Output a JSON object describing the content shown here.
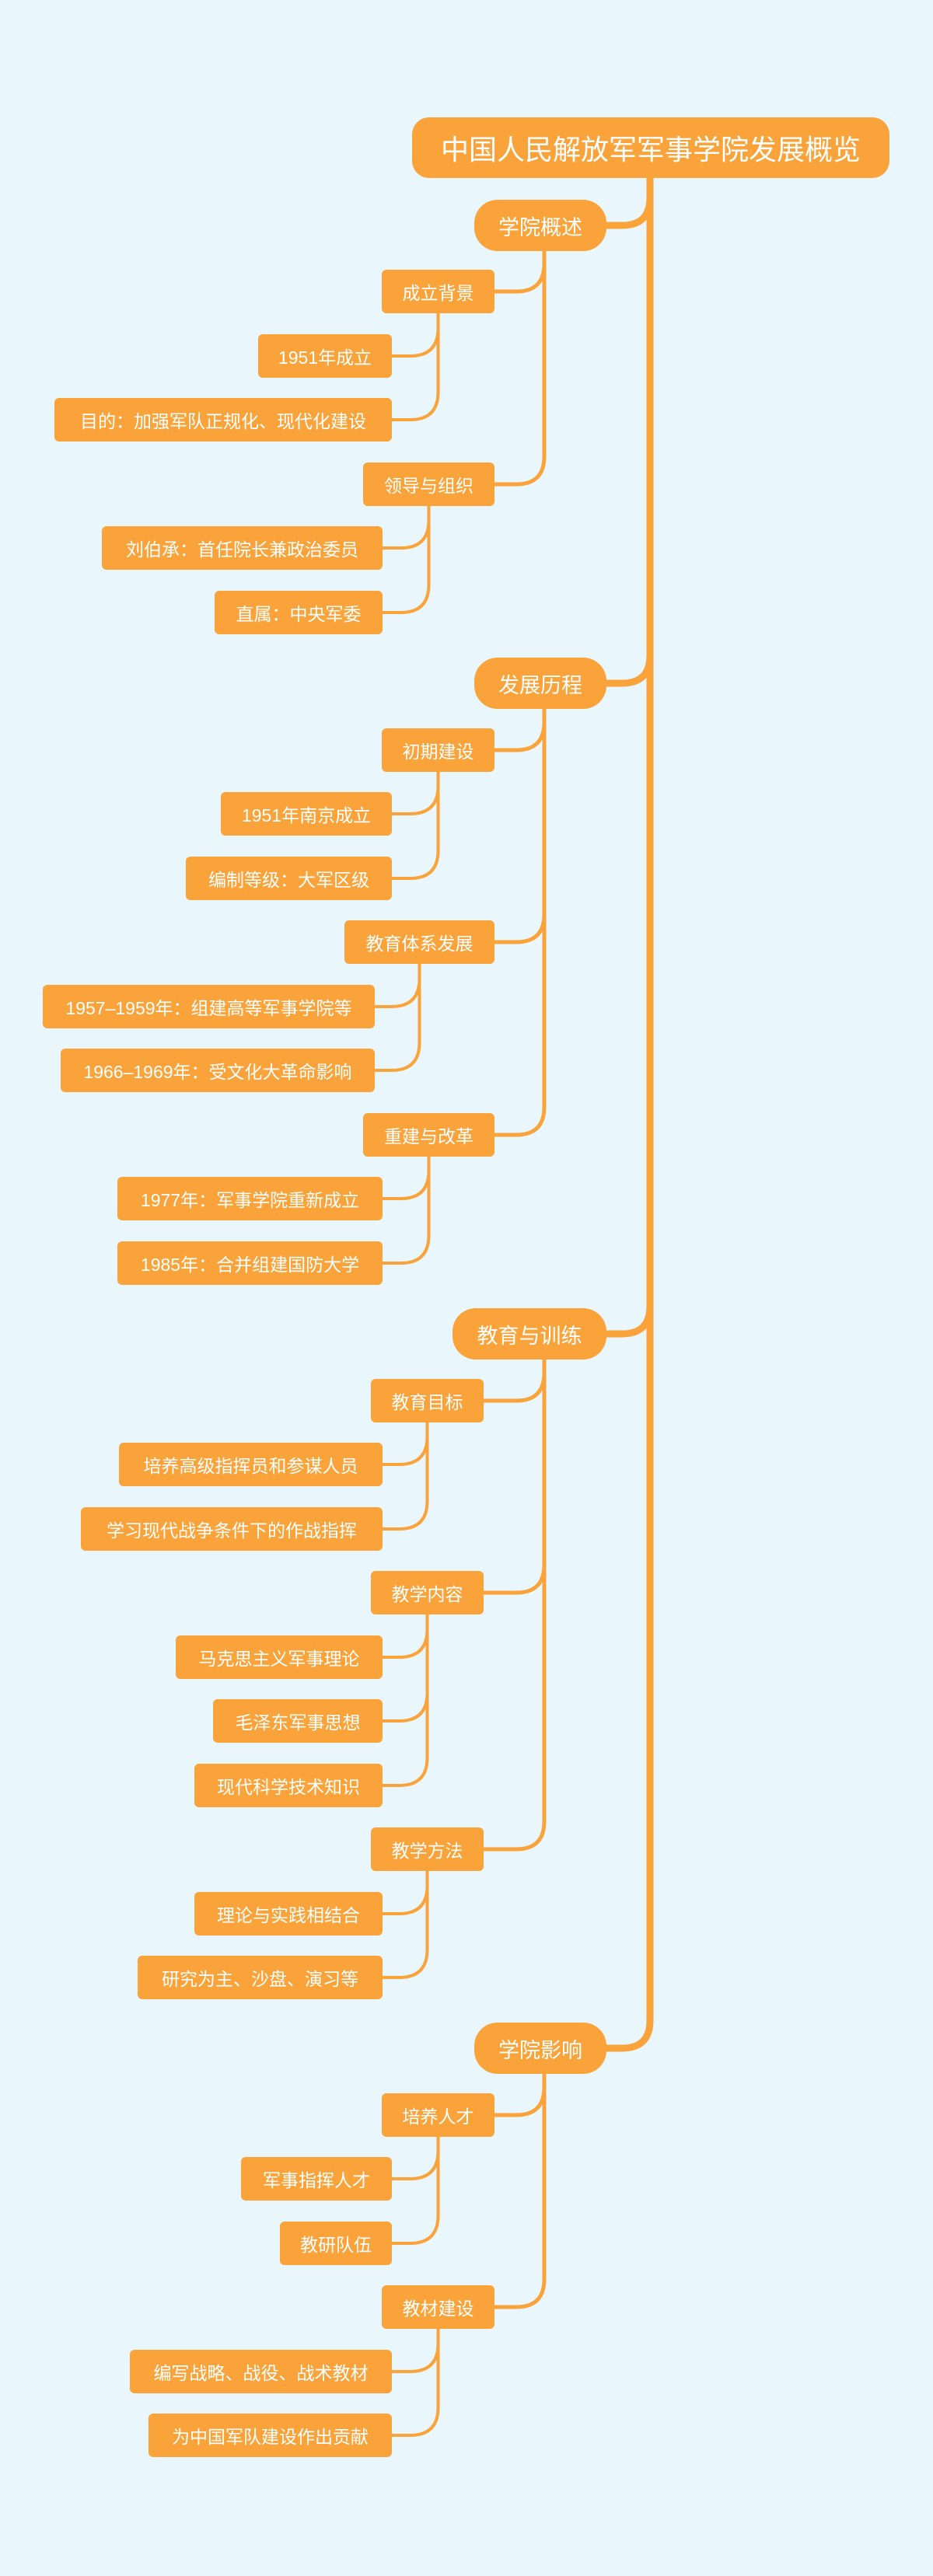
{
  "mindmap": {
    "root": "中国人民解放军军事学院发展概览",
    "branches": [
      {
        "label": "学院概述",
        "groups": [
          {
            "label": "成立背景",
            "items": [
              "1951年成立",
              "目的：加强军队正规化、现代化建设"
            ]
          },
          {
            "label": "领导与组织",
            "items": [
              "刘伯承：首任院长兼政治委员",
              "直属：中央军委"
            ]
          }
        ]
      },
      {
        "label": "发展历程",
        "groups": [
          {
            "label": "初期建设",
            "items": [
              "1951年南京成立",
              "编制等级：大军区级"
            ]
          },
          {
            "label": "教育体系发展",
            "items": [
              "1957–1959年：组建高等军事学院等",
              "1966–1969年：受文化大革命影响"
            ]
          },
          {
            "label": "重建与改革",
            "items": [
              "1977年：军事学院重新成立",
              "1985年：合并组建国防大学"
            ]
          }
        ]
      },
      {
        "label": "教育与训练",
        "groups": [
          {
            "label": "教育目标",
            "items": [
              "培养高级指挥员和参谋人员",
              "学习现代战争条件下的作战指挥"
            ]
          },
          {
            "label": "教学内容",
            "items": [
              "马克思主义军事理论",
              "毛泽东军事思想",
              "现代科学技术知识"
            ]
          },
          {
            "label": "教学方法",
            "items": [
              "理论与实践相结合",
              "研究为主、沙盘、演习等"
            ]
          }
        ]
      },
      {
        "label": "学院影响",
        "groups": [
          {
            "label": "培养人才",
            "items": [
              "军事指挥人才",
              "教研队伍"
            ]
          },
          {
            "label": "教材建设",
            "items": [
              "编写战略、战役、战术教材",
              "为中国军队建设作出贡献"
            ]
          }
        ]
      }
    ]
  },
  "colors": {
    "background": "#e9f6fb",
    "node_fill": "#f9a33a",
    "connector": "#f9a33a",
    "text": "#ffffff"
  }
}
